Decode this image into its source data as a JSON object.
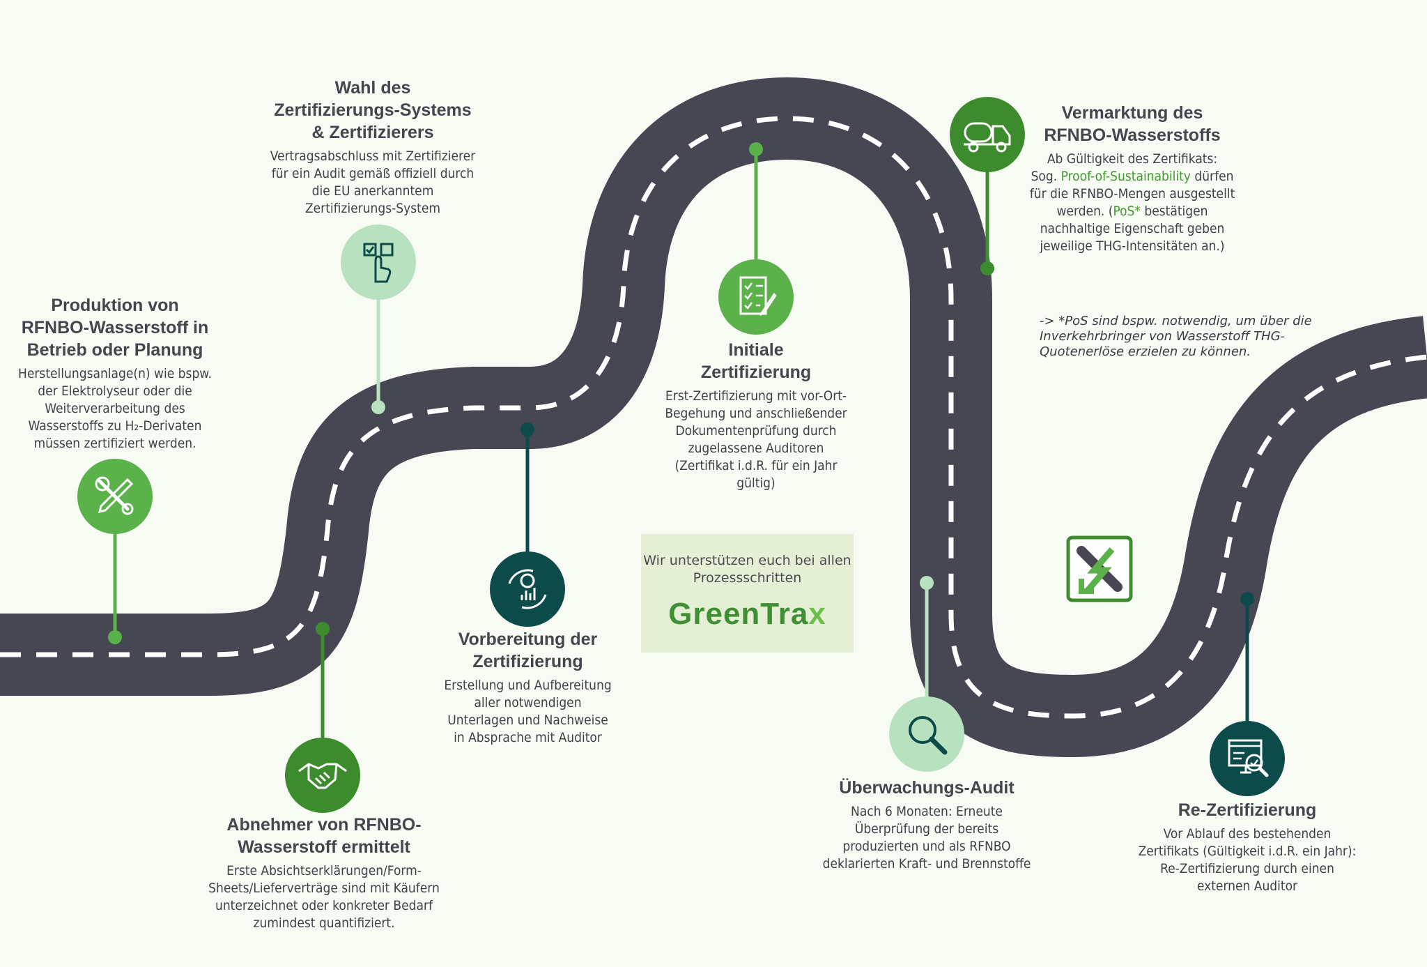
{
  "colors": {
    "road": "#474753",
    "dash": "#ffffff",
    "green_mid": "#5bb14a",
    "green_dark": "#3c8c2e",
    "green_light": "#b8e2bf",
    "teal_dark": "#0d4a4a",
    "highlight": "#3f9a2e"
  },
  "steps": [
    {
      "id": "produktion",
      "title": "Produktion von\nRFNBO-Wasserstoff in\nBetrieb oder Planung",
      "text": "Herstellungsanlage(n) wie bspw.\nder Elektrolyseur oder die\nWeiterverarbeitung des\nWasserstoffs zu H₂-Derivaten\nmüssen zertifiziert werden.",
      "icon": "tools-icon",
      "color": "green_mid"
    },
    {
      "id": "abnehmer",
      "title": "Abnehmer von RFNBO-\nWasserstoff ermittelt",
      "text": "Erste Absichtserklärungen/Form-\nSheets/Lieferverträge sind mit Käufern\nunterzeichnet oder konkreter Bedarf\nzumindest quantifiziert.",
      "icon": "handshake-icon",
      "color": "green_dark"
    },
    {
      "id": "wahl",
      "title": "Wahl des\nZertifizierungs-Systems\n& Zertifizierers",
      "text": "Vertragsabschluss mit Zertifizierer\nfür ein Audit gemäß offiziell durch\ndie EU anerkanntem\nZertifizierungs-System",
      "icon": "checkbox-select-icon",
      "color": "green_light"
    },
    {
      "id": "vorbereitung",
      "title": "Vorbereitung der\nZertifizierung",
      "text": "Erstellung und Aufbereitung\naller notwendigen\nUnterlagen und Nachweise\nin Absprache mit Auditor",
      "icon": "analytics-icon",
      "color": "teal_dark"
    },
    {
      "id": "initiale",
      "title": "Initiale\nZertifizierung",
      "text": "Erst-Zertifizierung mit vor-Ort-\nBegehung und anschließender\nDokumentenprüfung durch\nzugelassene Auditoren\n(Zertifikat i.d.R. für ein Jahr\ngültig)",
      "icon": "checklist-icon",
      "color": "green_mid"
    },
    {
      "id": "ueberwachung",
      "title": "Überwachungs-Audit",
      "text": "Nach 6 Monaten: Erneute\nÜberprüfung der bereits\nproduzierten und als RFNBO\ndeklarierten Kraft- und Brennstoffe",
      "icon": "magnifier-icon",
      "color": "green_light"
    },
    {
      "id": "vermarktung",
      "title": "Vermarktung des\nRFNBO-Wasserstoffs",
      "text_parts": [
        {
          "t": "Ab Gültigkeit des Zertifikats:\nSog. "
        },
        {
          "t": "Proof-of-Sustainability",
          "hl": true
        },
        {
          "t": " dürfen\nfür die RFNBO-Mengen ausgestellt\nwerden. ("
        },
        {
          "t": "PoS*",
          "hl": true
        },
        {
          "t": " bestätigen\nnachhaltige Eigenschaft geben\njeweilige THG-Intensitäten an.)"
        }
      ],
      "icon": "tanker-truck-icon",
      "color": "green_dark"
    },
    {
      "id": "rezert",
      "title": "Re-Zertifizierung",
      "text": "Vor Ablauf des bestehenden\nZertifikats (Gültigkeit i.d.R. ein Jahr):\nRe-Zertifizierung durch einen\nexternen Auditor",
      "icon": "screen-audit-icon",
      "color": "teal_dark"
    }
  ],
  "note": "-> *PoS sind bspw. notwendig, um über die\nInverkehrbringer von Wasserstoff THG-\nQuotenerlöse erzielen zu können.",
  "promo": {
    "text": "Wir unterstützen euch bei allen\nProzessschritten",
    "brand_main": "GreenTra",
    "brand_x": "x"
  },
  "logo_icon": "greentrax-badge-icon"
}
